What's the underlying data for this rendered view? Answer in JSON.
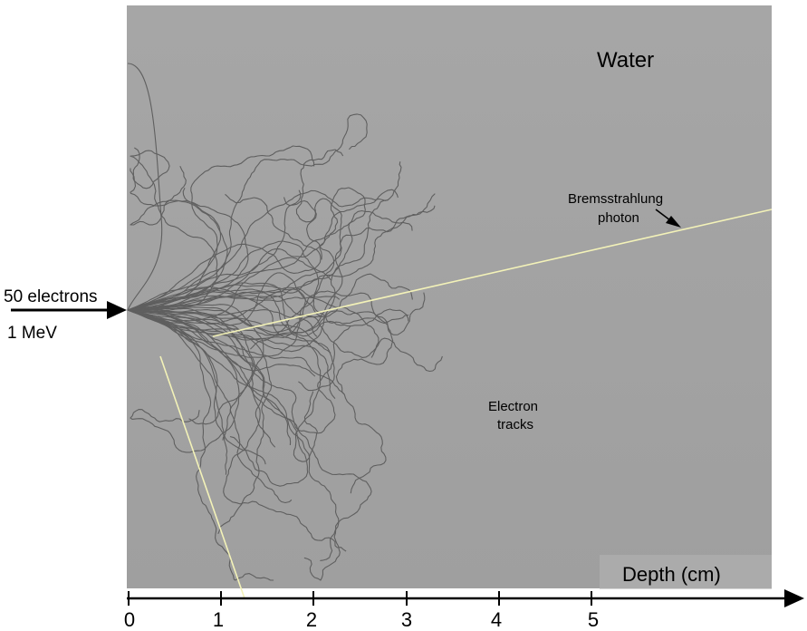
{
  "medium_label": "Water",
  "beam": {
    "count_label": "50 electrons",
    "energy_label": "1 MeV"
  },
  "bremsstrahlung": {
    "line1": "Bremsstrahlung",
    "line2": "photon"
  },
  "electron_tracks": {
    "line1": "Electron",
    "line2": "tracks"
  },
  "axis": {
    "label": "Depth (cm)",
    "ticks": [
      "0",
      "1",
      "2",
      "3",
      "4",
      "5"
    ]
  },
  "colors": {
    "medium_background": "#a3a3a3",
    "track": "#5f5f5f",
    "photon": "#f3f2b8"
  }
}
